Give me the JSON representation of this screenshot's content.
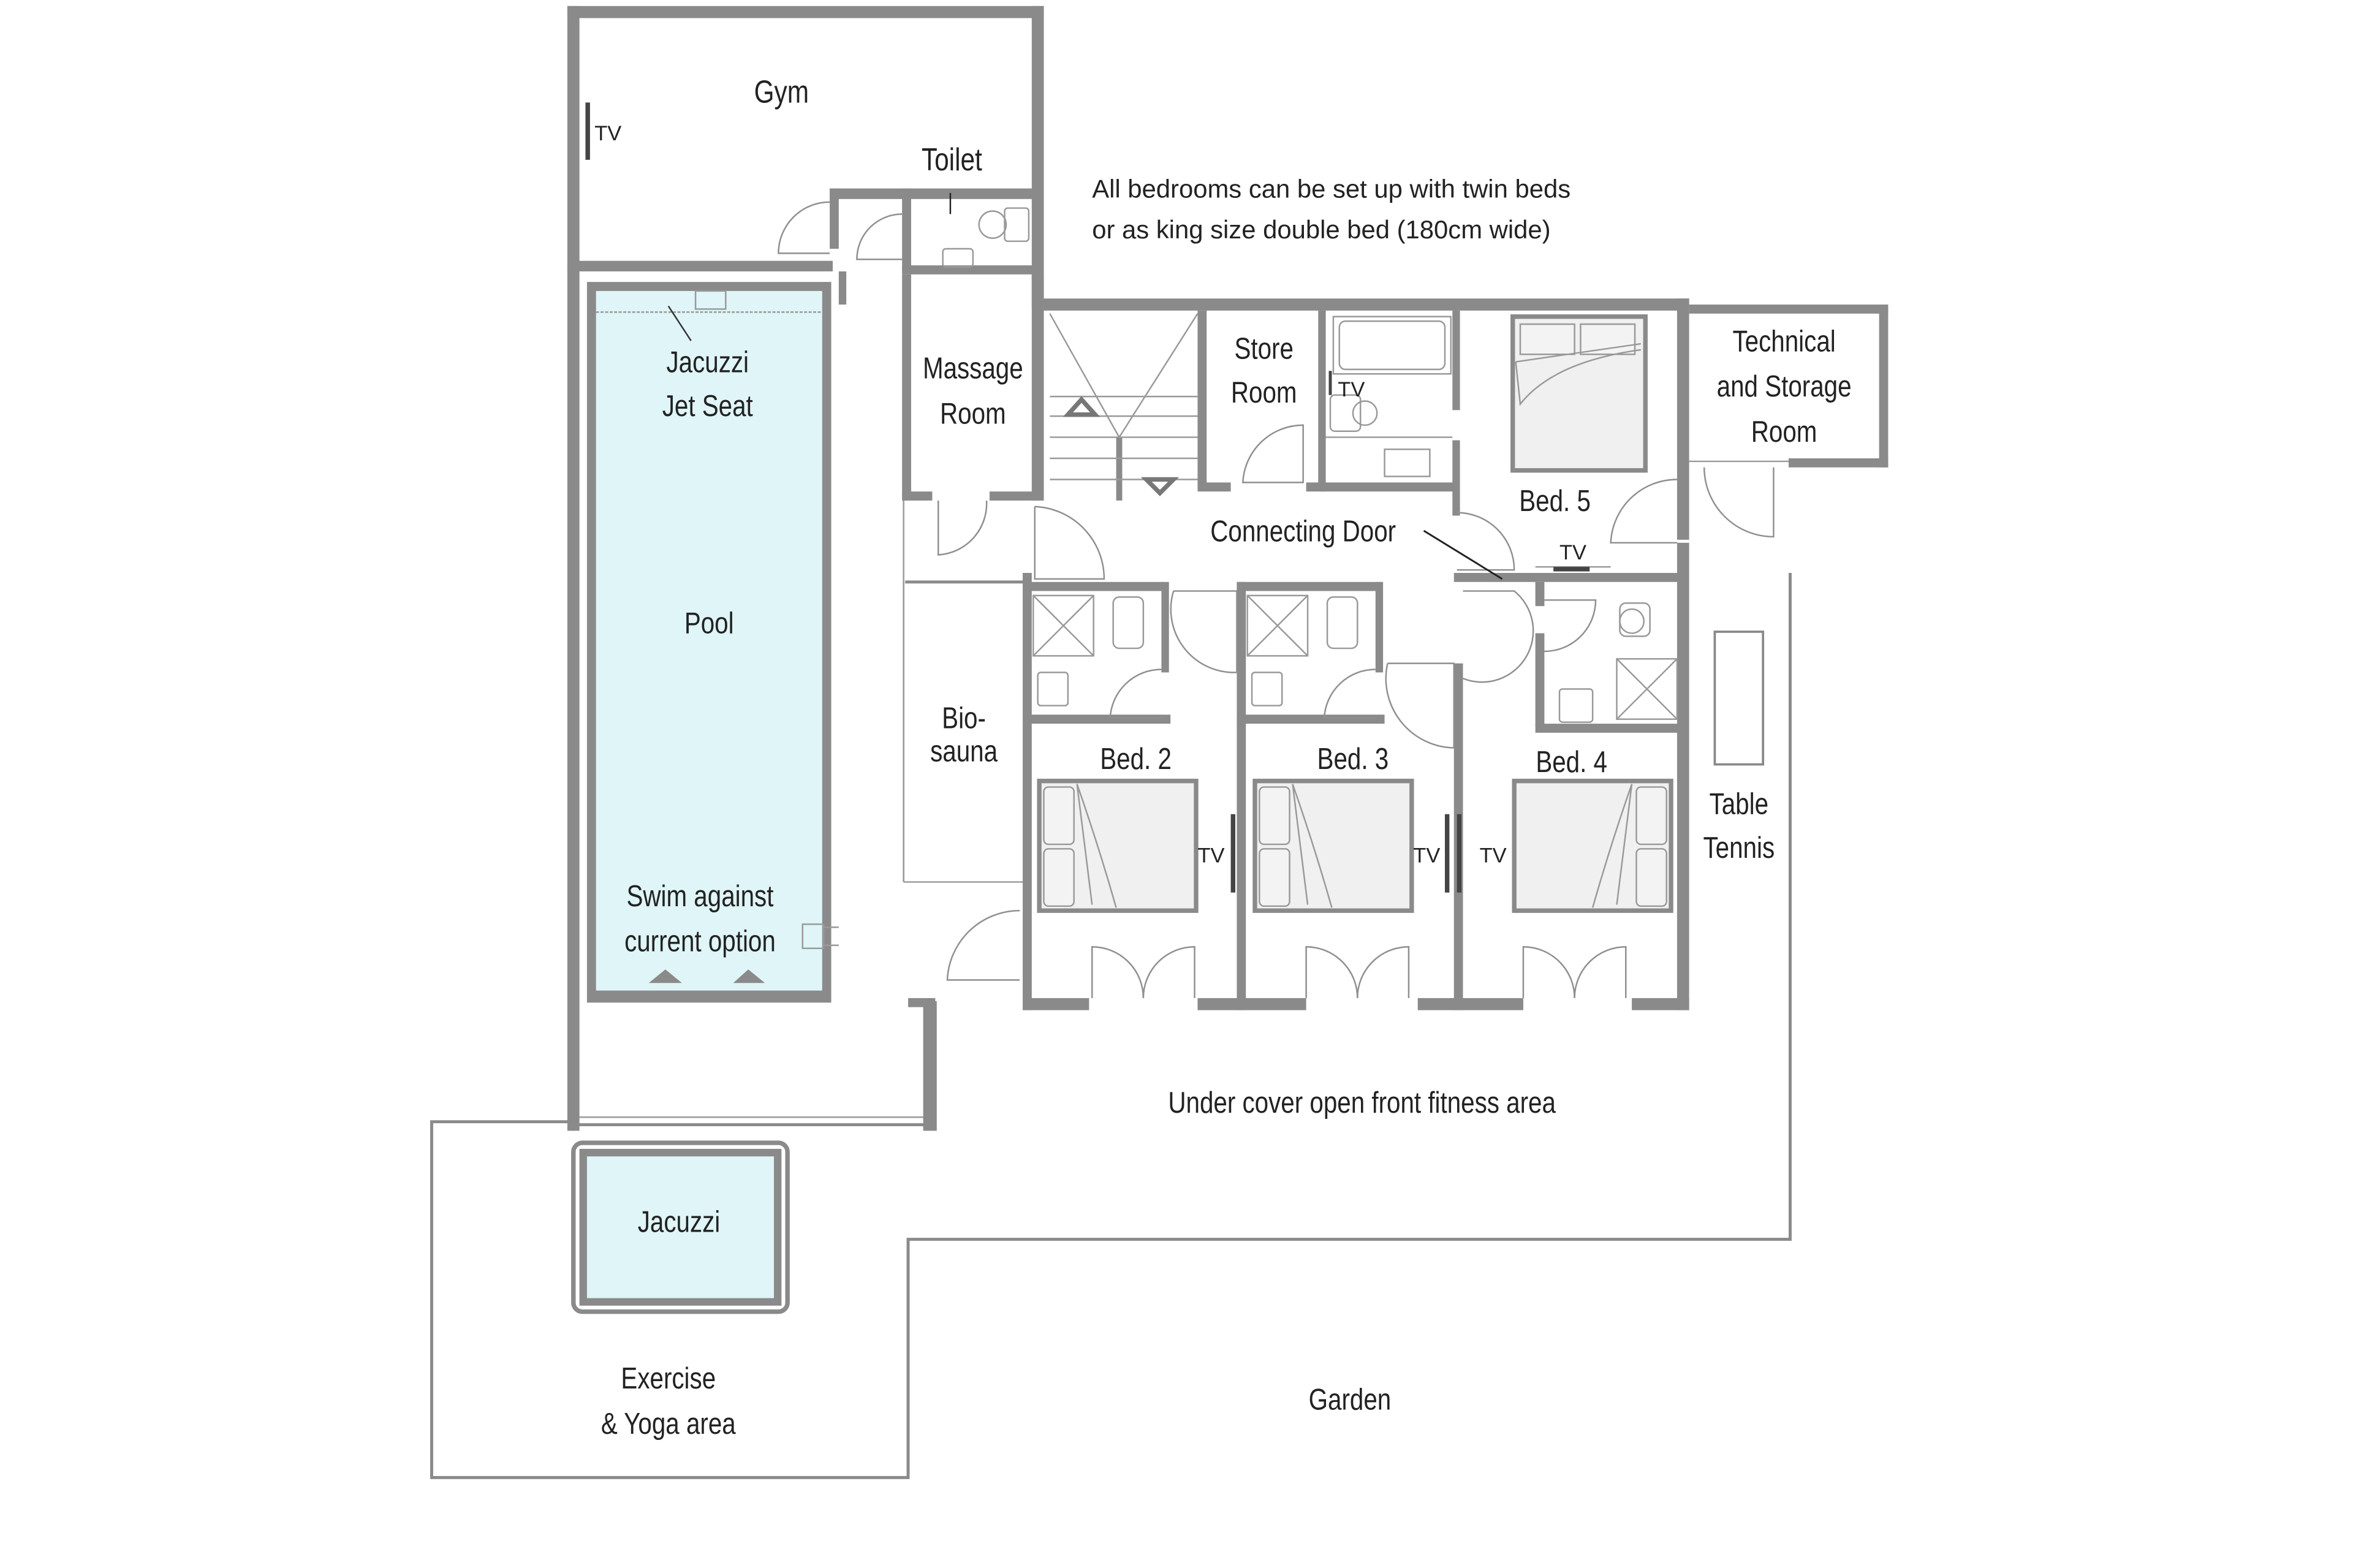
{
  "note": {
    "line1": "All bedrooms can be set up with twin beds",
    "line2": "or as king size double bed (180cm wide)"
  },
  "rooms": {
    "gym": "Gym",
    "toilet": "Toilet",
    "massage_1": "Massage",
    "massage_2": "Room",
    "store_1": "Store",
    "store_2": "Room",
    "technical_1": "Technical",
    "technical_2": "and Storage",
    "technical_3": "Room",
    "bed5": "Bed. 5",
    "connecting_door": "Connecting Door",
    "bio_1": "Bio-",
    "bio_2": "sauna",
    "bed2": "Bed. 2",
    "bed3": "Bed. 3",
    "bed4": "Bed. 4",
    "table_tennis_1": "Table",
    "table_tennis_2": "Tennis",
    "pool": "Pool",
    "jet_seat_1": "Jacuzzi",
    "jet_seat_2": "Jet Seat",
    "swim_1": "Swim against",
    "swim_2": "current option",
    "fitness": "Under cover open front fitness area",
    "jacuzzi": "Jacuzzi",
    "exercise_1": "Exercise",
    "exercise_2": "& Yoga area",
    "garden": "Garden"
  },
  "tv_label": "TV",
  "colors": {
    "wall": "#8a8a8a",
    "water": "#dff5f7",
    "bed": "#f0f0f0"
  }
}
